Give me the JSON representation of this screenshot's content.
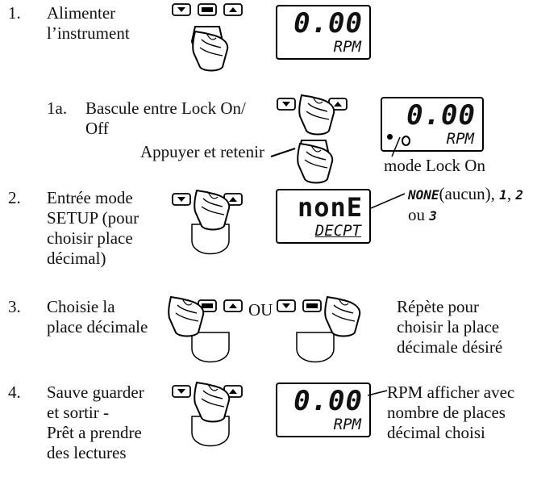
{
  "steps": [
    {
      "num": "1.",
      "text": [
        "Alimenter",
        "l’instrument"
      ],
      "display": {
        "main": "0.00",
        "sub": "RPM"
      }
    },
    {
      "num": "1a.",
      "text": [
        "Bascule entre Lock On/",
        "Off"
      ],
      "hold": "Appuyer et retenir",
      "display": {
        "main": "0.00",
        "sub": "RPM"
      },
      "note": "mode Lock On"
    },
    {
      "num": "2.",
      "text": [
        "Entrée mode",
        "SETUP (pour",
        "choisir place",
        "décimal)"
      ],
      "display": {
        "main": "nonE",
        "sub": "DECPT"
      },
      "note_a": "NONE",
      "note_b": "(aucun), ",
      "note_c": "1",
      "note_d": ", ",
      "note_e": "2",
      "note_f": "ou ",
      "note_g": "3"
    },
    {
      "num": "3.",
      "text": [
        "Choisie la",
        "place décimale"
      ],
      "or": "OU",
      "note": [
        "Répète pour",
        "choisir la place",
        "décimale désiré"
      ]
    },
    {
      "num": "4.",
      "text": [
        "Sauve guarder",
        "et sortir -",
        "Prêt a prendre",
        "des lectures"
      ],
      "display": {
        "main": "0.00",
        "sub": "RPM"
      },
      "note": [
        "RPM afficher avec",
        "nombre de places",
        "décimal choisi"
      ]
    }
  ],
  "keys": {
    "down": "down-arrow",
    "menu": "MENU",
    "up": "up-arrow"
  }
}
